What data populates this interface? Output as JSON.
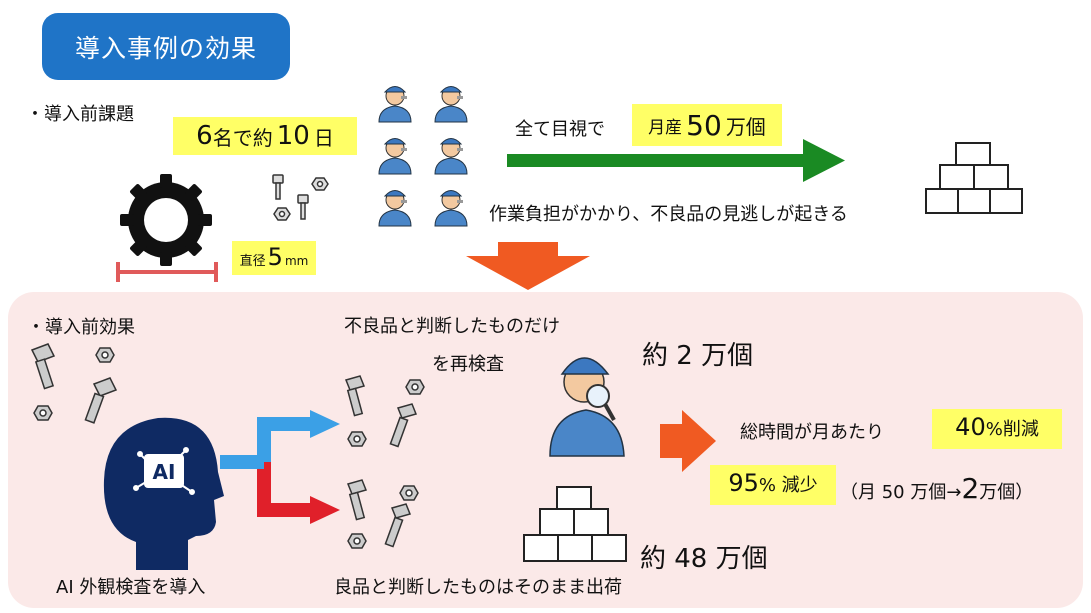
{
  "title": "導入事例の効果",
  "before": {
    "heading": "・導入前課題",
    "workers_time": {
      "prefix": "6",
      "mid": "名で約",
      "num": "10",
      "suffix": "日"
    },
    "diameter": {
      "prefix": "直径",
      "num": "5",
      "unit": "mm"
    },
    "visual_label": "全て目視で",
    "monthly": {
      "prefix": "月産",
      "num": "50",
      "suffix": "万個"
    },
    "problem": "作業負担がかかり、不良品の見逃しが起きる"
  },
  "after": {
    "heading": "・導入前効果",
    "defect_line1": "不良品と判断したものだけ",
    "defect_line2": "を再検査",
    "defect_count": "約 2 万個",
    "good_count": "約 48 万個",
    "good_label": "良品と判断したものはそのまま出荷",
    "ai_label": "AI 外観検査を導入",
    "ai_chip": "AI",
    "result1": {
      "text": "総時間が月あたり",
      "num": "40",
      "unit": "%削減"
    },
    "result2": {
      "num": "95",
      "unit": "% 減少"
    },
    "result2_note": {
      "prefix": "（月 50 万個→",
      "num": "2",
      "suffix": " 万個）"
    }
  },
  "colors": {
    "badge": "#1f74c7",
    "highlight": "#ffff66",
    "green_arrow": "#1a8a23",
    "orange_arrow": "#f05a22",
    "blue_arrow": "#3ba0e6",
    "red_arrow": "#e0202a",
    "panel": "#fbe9e8"
  }
}
